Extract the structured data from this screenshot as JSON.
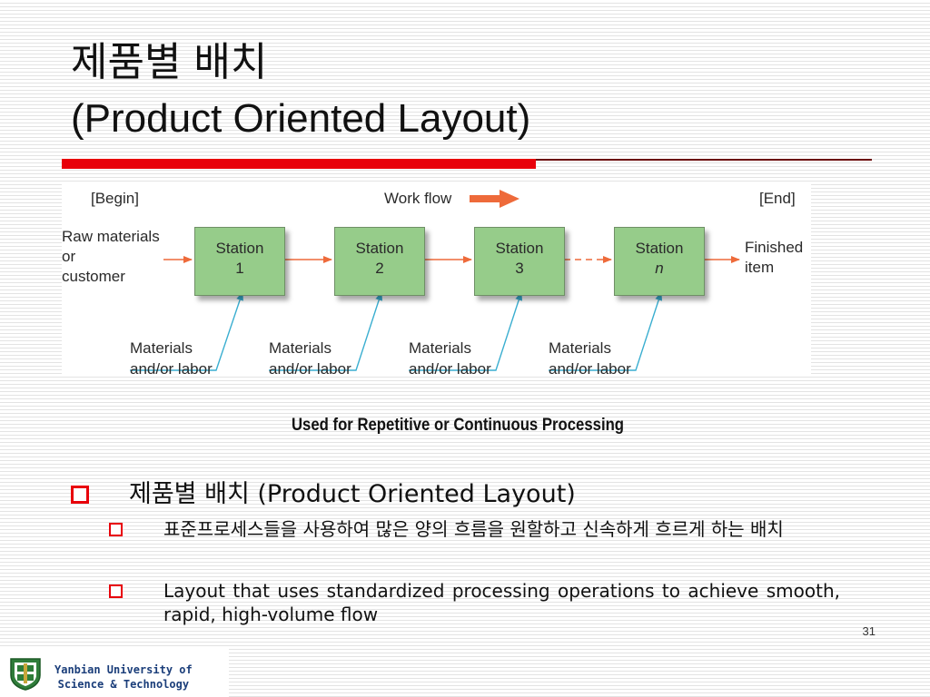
{
  "slide": {
    "title_line1": "제품별 배치",
    "title_line2": "(Product Oriented Layout)",
    "caption": "Used for Repetitive or Continuous Processing",
    "slide_number": "31",
    "accent_color": "#e8000b"
  },
  "diagram": {
    "begin_label": "[Begin]",
    "workflow_label": "Work flow",
    "end_label": "[End]",
    "input_label": [
      "Raw materials",
      "or",
      "customer"
    ],
    "output_label": [
      "Finished",
      "item"
    ],
    "stations": [
      {
        "name": "Station",
        "number": "1"
      },
      {
        "name": "Station",
        "number": "2"
      },
      {
        "name": "Station",
        "number": "3"
      },
      {
        "name": "Station",
        "number": "n"
      }
    ],
    "materials_line1": "Materials",
    "materials_line2": "and/or labor",
    "station_color": "#96cc8a",
    "flow_arrow_color": "#ee6a3a",
    "materials_arrow_color": "#3aaed0"
  },
  "bullets": {
    "level1": "제품별 배치 (Product Oriented Layout)",
    "level2": [
      "표준프로세스들을 사용하여 많은 양의 흐름을 원할하고 신속하게 흐르게 하는 배치",
      "Layout that uses standardized processing operations to achieve smooth, rapid, high-volume flow"
    ]
  },
  "footer": {
    "university_line1": "Yanbian University of",
    "university_line2": "Science & Technology"
  }
}
